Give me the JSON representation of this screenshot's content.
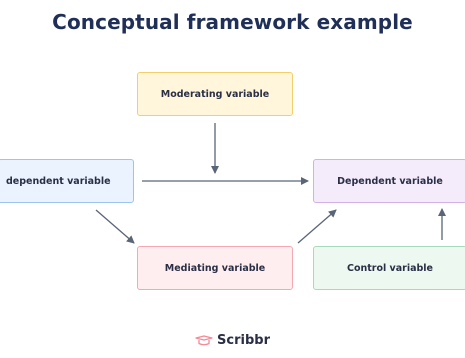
{
  "title": "Conceptual framework example",
  "nodes": {
    "moderating": "Moderating variable",
    "independent": "dependent variable",
    "dependent": "Dependent variable",
    "mediating": "Mediating variable",
    "control": "Control variable"
  },
  "edges": [
    {
      "from": "independent",
      "to": "dependent"
    },
    {
      "from": "moderating",
      "to": "independent-dependent relationship"
    },
    {
      "from": "independent",
      "to": "mediating"
    },
    {
      "from": "mediating",
      "to": "dependent"
    },
    {
      "from": "control",
      "to": "dependent"
    }
  ],
  "brand": {
    "name": "Scribbr",
    "logo_icon": "scribbr-logo-icon"
  },
  "colors": {
    "title": "#1f2f57",
    "arrow": "#5b6578",
    "moderating_fill": "#fff6dc",
    "independent_fill": "#eaf3ff",
    "dependent_fill": "#f5ecfb",
    "mediating_fill": "#ffeef0",
    "control_fill": "#edf8f1",
    "brand_logo": "#f28a96"
  }
}
